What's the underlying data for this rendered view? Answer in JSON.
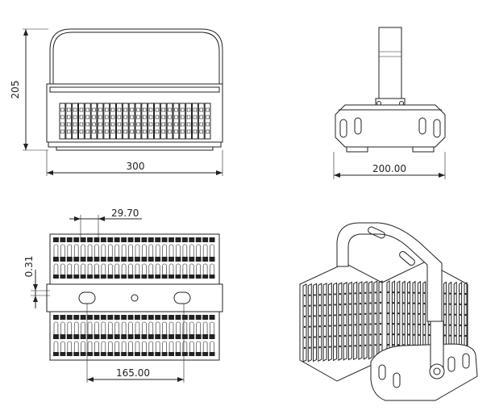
{
  "views": {
    "front": {
      "height_dim": "205",
      "width_dim": "300"
    },
    "side": {
      "width_dim": "200.00"
    },
    "bottom": {
      "fin_pitch_dim": "29.70",
      "fin_gap_dim": "0.31",
      "slot_spacing_dim": "165.00"
    },
    "iso": {}
  },
  "colors": {
    "line": "#222222",
    "background": "#ffffff"
  }
}
